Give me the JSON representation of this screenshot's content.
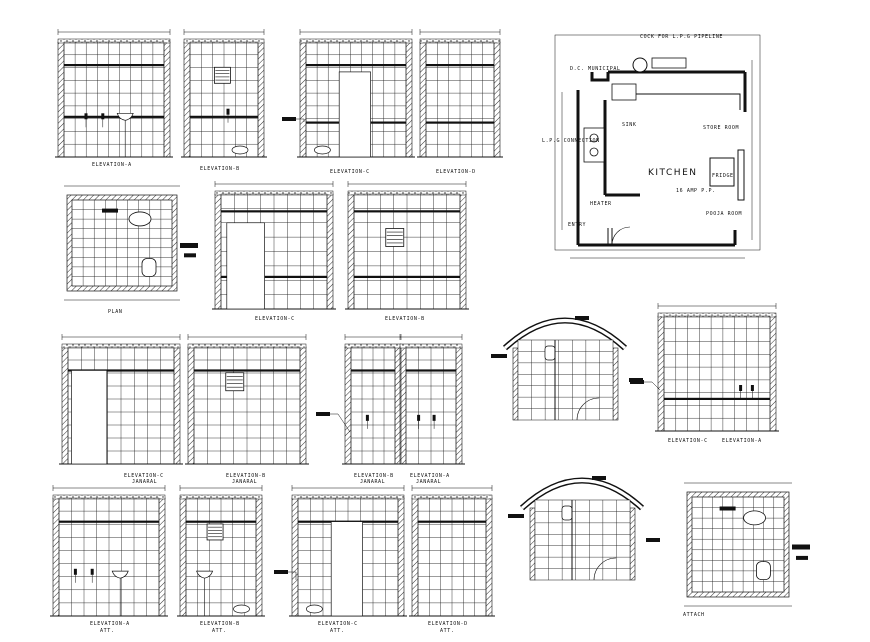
{
  "drawing": {
    "labels": {
      "elev_a": "ELEVATION-A",
      "elev_b": "ELEVATION-B",
      "elev_c": "ELEVATION-C",
      "elev_d": "ELEVATION-D",
      "plan": "PLAN",
      "janaral": "JANARAL",
      "att": "ATT.",
      "attach": "ATTACH",
      "kitchen": "KITCHEN",
      "store_room": "STORE ROOM",
      "fridge": "FRIDGE",
      "pooja_room": "POOJA ROOM",
      "entry": "ENTRY",
      "municipal": "D.C. MUNICIPAL",
      "cock_lpg": "COCK FOR L.P.G PIPELINE",
      "sink": "SINK",
      "lpg": "L.P.G CONNECTION",
      "amp": "16 AMP P.P.",
      "heater": "HEATER"
    },
    "colors": {
      "ink": "#111111",
      "tile_line": "#222222",
      "hatch": "#333333",
      "paper": "#ffffff"
    }
  }
}
